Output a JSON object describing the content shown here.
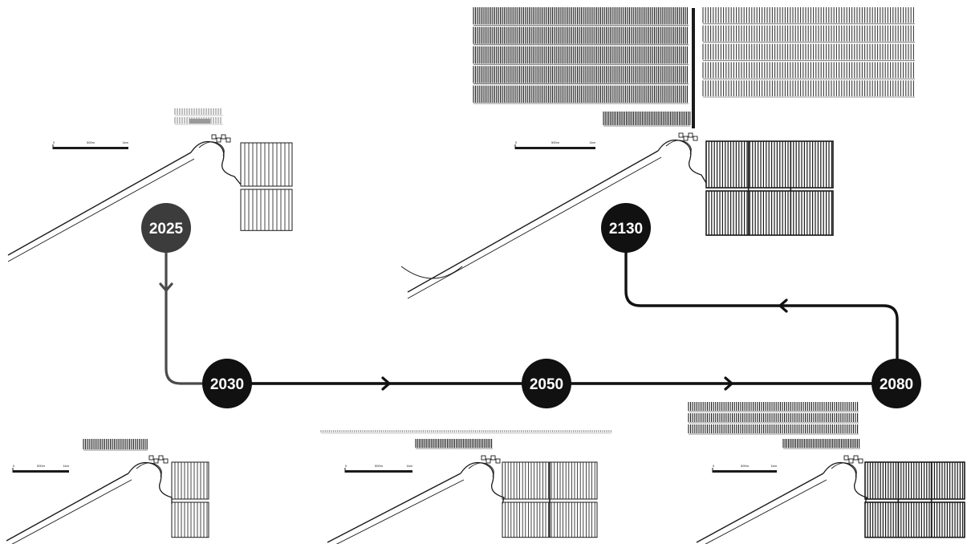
{
  "colors": {
    "background": "#ffffff",
    "line": "#111111",
    "node_2025": "#3c3c3c",
    "node_default": "#111111",
    "node_text": "#ffffff",
    "plan_line": "#1a1a1a"
  },
  "timeline": {
    "nodes": [
      {
        "id": "2025",
        "label": "2025"
      },
      {
        "id": "2030",
        "label": "2030"
      },
      {
        "id": "2050",
        "label": "2050"
      },
      {
        "id": "2080",
        "label": "2080"
      },
      {
        "id": "2130",
        "label": "2130"
      }
    ],
    "arrows": [
      "down",
      "right",
      "right",
      "left"
    ]
  },
  "scale_bars": [
    {
      "labels": [
        "0",
        "500m",
        "1km"
      ]
    },
    {
      "labels": [
        "0",
        "500m",
        "1km"
      ]
    },
    {
      "labels": [
        "0",
        "500m",
        "1km"
      ]
    },
    {
      "labels": [
        "0",
        "500m",
        "1km"
      ]
    },
    {
      "labels": [
        "0",
        "500m",
        "1km"
      ]
    }
  ]
}
